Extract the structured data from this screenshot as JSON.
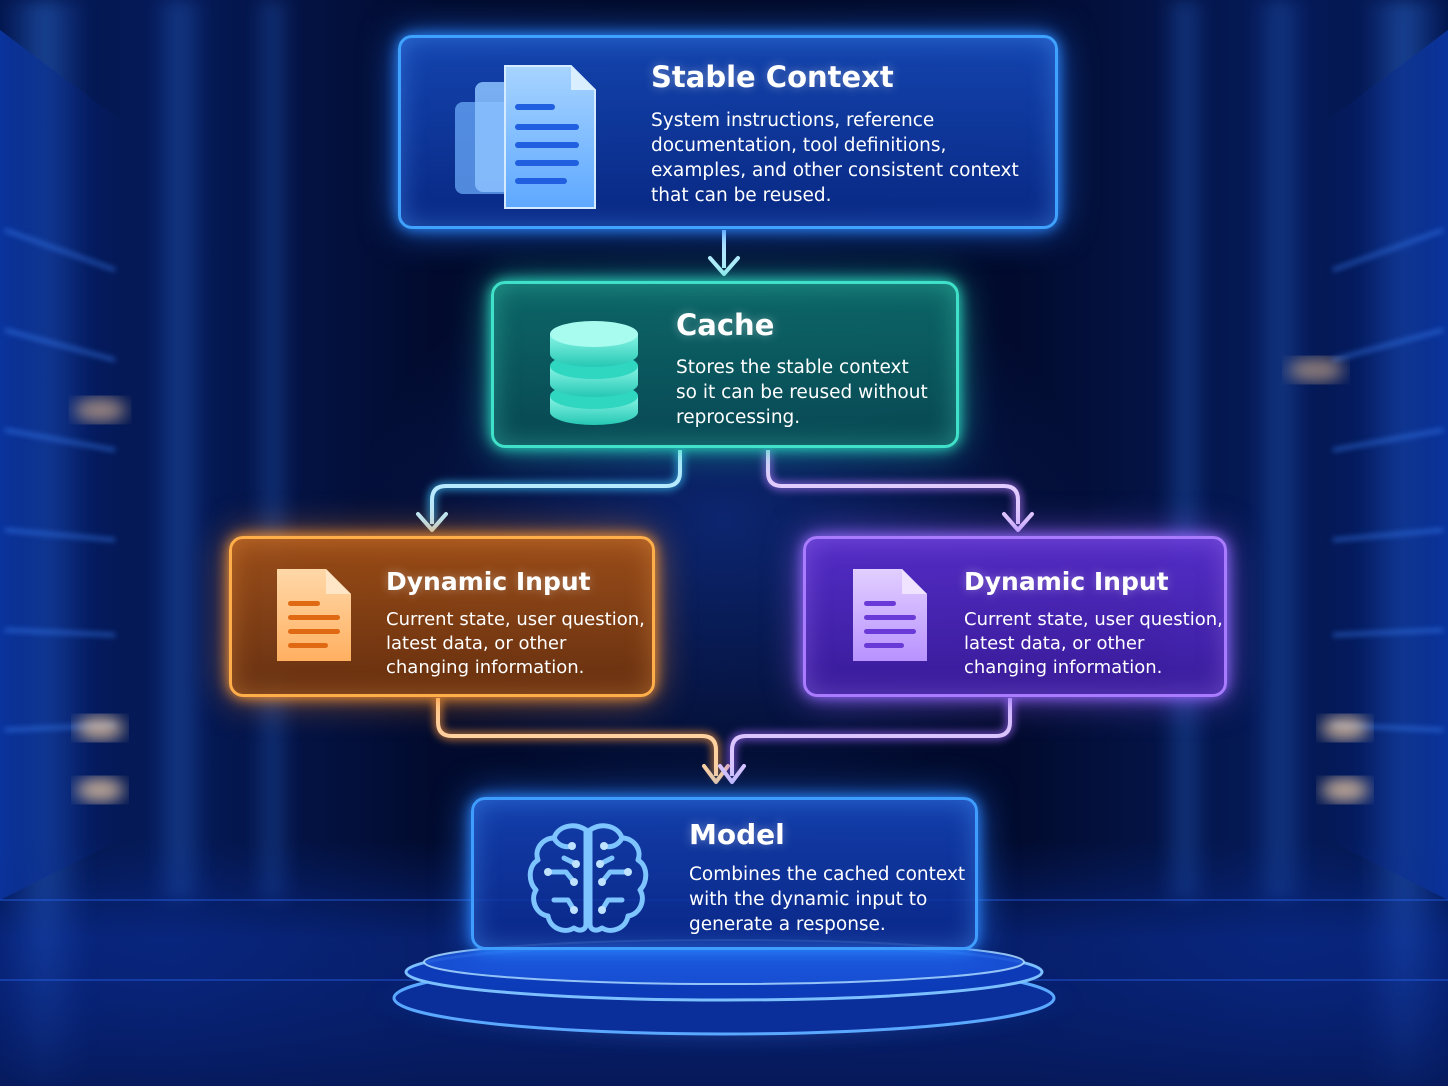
{
  "stable_context": {
    "title": "Stable Context",
    "description": "System instructions, reference\ndocumentation, tool definitions,\nexamples, and other consistent context\nthat can be reused.",
    "icon": "documents-icon",
    "color": "#3fa2ff"
  },
  "cache": {
    "title": "Cache",
    "description": "Stores the stable context\nso it can be reused without\nreprocessing.",
    "icon": "database-icon",
    "color": "#3fe2c8"
  },
  "dynamic_input_left": {
    "title": "Dynamic Input",
    "description": "Current state, user question,\nlatest data, or other\nchanging information.",
    "icon": "document-icon",
    "color": "#ffae4a"
  },
  "dynamic_input_right": {
    "title": "Dynamic Input",
    "description": "Current state, user question,\nlatest data, or other\nchanging information.",
    "icon": "document-icon",
    "color": "#a97cff"
  },
  "model": {
    "title": "Model",
    "description": "Combines the cached context\nwith the dynamic input to\ngenerate a response.",
    "icon": "brain-icon",
    "color": "#3f9dff"
  }
}
